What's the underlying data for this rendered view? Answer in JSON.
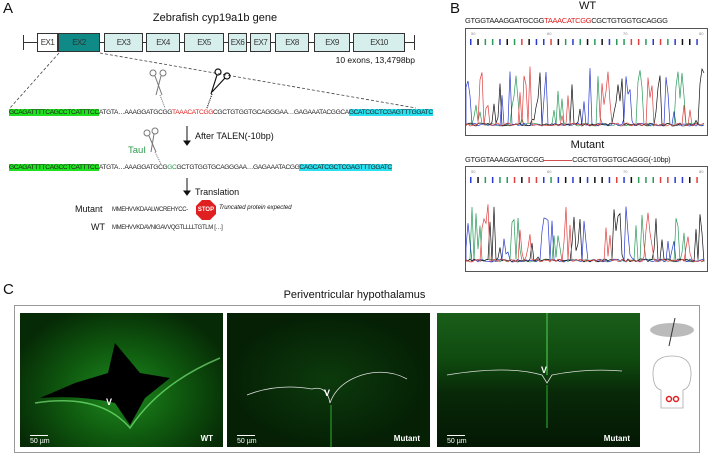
{
  "panelA": {
    "label": "A",
    "title": "Zebrafish cyp19a1b gene",
    "exons": [
      "EX1",
      "EX2",
      "EX3",
      "EX4",
      "EX5",
      "EX6",
      "EX7",
      "EX8",
      "EX9",
      "EX10"
    ],
    "gene_info": "10 exons, 13,4798bp",
    "wt_seq": {
      "left_hl": "GCAGATTTTCAGCCTCATTTCC",
      "mid1": "ATGTA…AAAGGATGCGG",
      "target": "TAAACATCGG",
      "mid2": "CGCTGTGGTGCAGGGAA…GAGAAATACGGCA",
      "right_hl": "GCATCGCTCGAGTTTGGATC"
    },
    "after_talen": "After TALEN(-10bp)",
    "enzyme": "TauI",
    "mut_seq": {
      "left_hl": "GCAGATTTTCAGCCTCATTTCC",
      "mid1": "ATGTA…AAAGGATGCG",
      "site": "GC",
      "mid2": "GCTGTGGTGCAGGGAA…GAGAAATACGG",
      "right_hl": "CAGCATCGCTCGAGTTTGGATC"
    },
    "translation": "Translation",
    "mutant_label": "Mutant",
    "mutant_protein": "MMEHVVKDAALWCREHYCC-",
    "stop": "STOP",
    "truncated_note": "Truncated protein expected",
    "wt_label": "WT",
    "wt_protein": "MMEHVVKDAVNIGAVVQGTLLLLTGTLM […]"
  },
  "panelB": {
    "label": "B",
    "wt_title": "WT",
    "wt_seq": {
      "pre": "GTGGTAAAGGATGCGG",
      "target": "TAAACATCGG",
      "post": "CGCTGTGGTGCAGGG"
    },
    "mut_title": "Mutant",
    "mut_seq": {
      "pre": "GTGGTAAAGGATGCGG",
      "post": "CGCTGTGGTGCAGGG(-10bp)"
    },
    "ticks": [
      "50",
      "60",
      "70",
      "80"
    ]
  },
  "panelC": {
    "label": "C",
    "title": "Periventricular hypothalamus",
    "images": [
      {
        "condition": "WT",
        "scale": "50 µm",
        "ventricle": "V"
      },
      {
        "condition": "Mutant",
        "scale": "50 µm",
        "ventricle": "V"
      },
      {
        "condition": "Mutant",
        "scale": "50 µm",
        "ventricle": "V"
      }
    ]
  },
  "colors": {
    "ex2": "#0f8a86",
    "exon": "#d6efec",
    "green_hl": "#1fe01f",
    "cyan_hl": "#29e0f0",
    "target": "#e02020",
    "stop": "#e02020"
  }
}
